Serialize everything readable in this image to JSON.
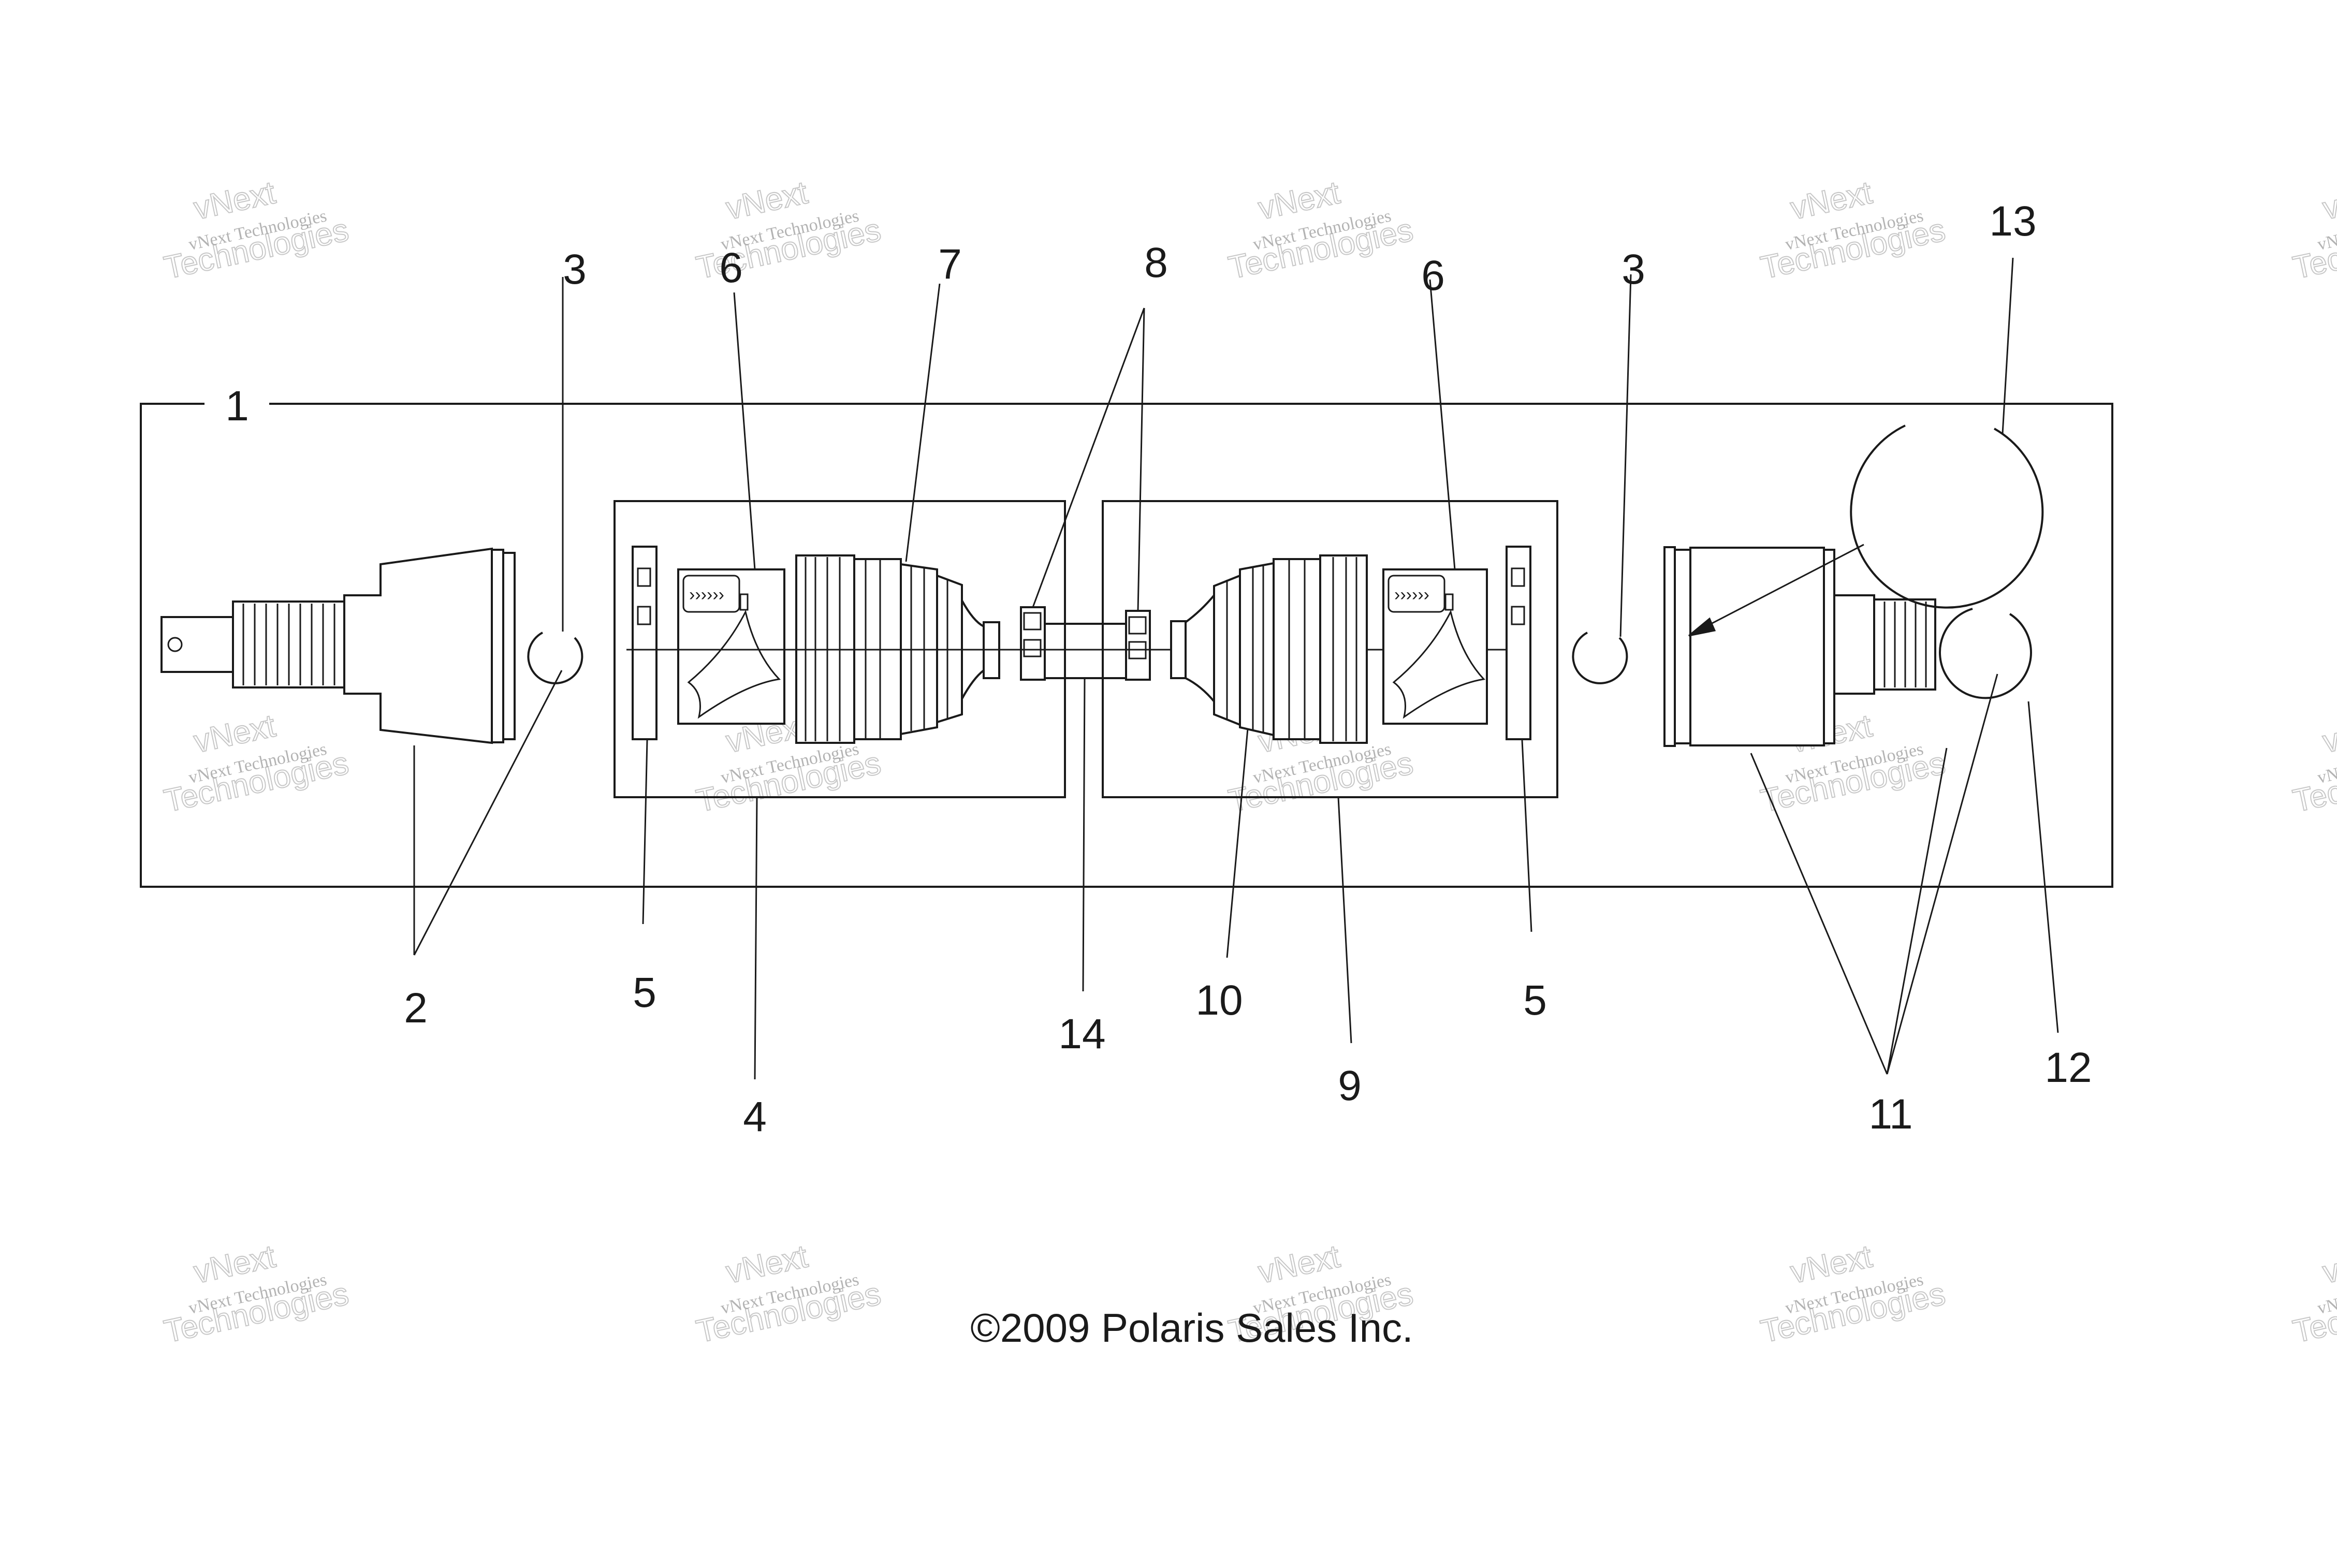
{
  "diagram": {
    "callouts": [
      "1",
      "2",
      "3",
      "3",
      "4",
      "5",
      "5",
      "6",
      "6",
      "7",
      "8",
      "9",
      "10",
      "11",
      "12",
      "13",
      "14"
    ],
    "copyright": "©2009 Polaris Sales Inc.",
    "watermark": {
      "line1": "vNext Technologies",
      "line2": "vNext",
      "line3": "Technologies"
    },
    "boot_kit_label": "››››››"
  }
}
